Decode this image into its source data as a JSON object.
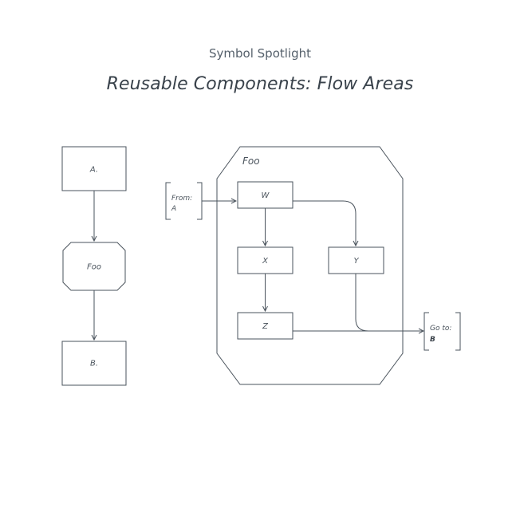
{
  "header": {
    "subtitle": "Symbol Spotlight",
    "title": "Reusable Components: Flow Areas"
  },
  "left_flow": {
    "node_a": "A.",
    "node_foo": "Foo",
    "node_b": "B."
  },
  "flow_area": {
    "name": "Foo",
    "node_w": "W",
    "node_x": "X",
    "node_y": "Y",
    "node_z": "Z"
  },
  "from_connector": {
    "label": "From:",
    "value": "A"
  },
  "goto_connector": {
    "label": "Go to:",
    "value": "B"
  },
  "colors": {
    "stroke": "#4a535c",
    "text": "#4a535c",
    "background": "#ffffff"
  }
}
